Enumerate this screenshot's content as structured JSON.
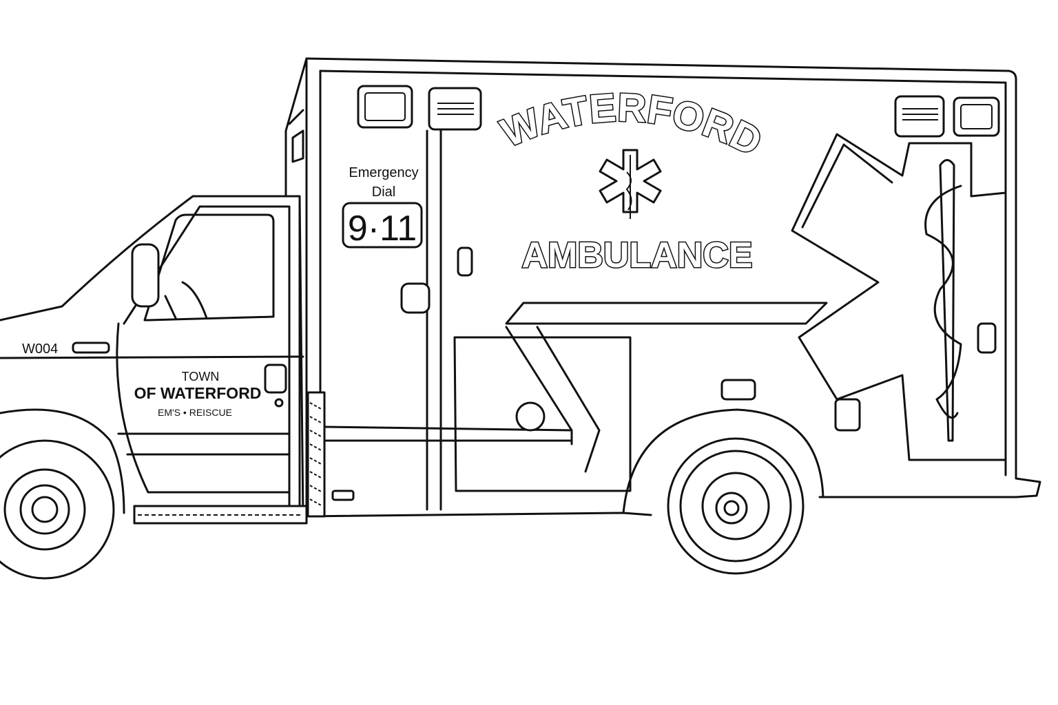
{
  "vehicle": {
    "unit_number": "W004",
    "door_text": {
      "line1": "TOWN",
      "line2": "OF WATERFORD",
      "line3": "EM'S • REISCUE"
    },
    "emergency_sign": {
      "line1": "Emergency",
      "line2": "Dial",
      "number": "9·11"
    },
    "box_title": "WATERFORD",
    "box_subtitle": "AMBULANCE"
  },
  "colors": {
    "line": "#111111",
    "background": "#ffffff"
  }
}
